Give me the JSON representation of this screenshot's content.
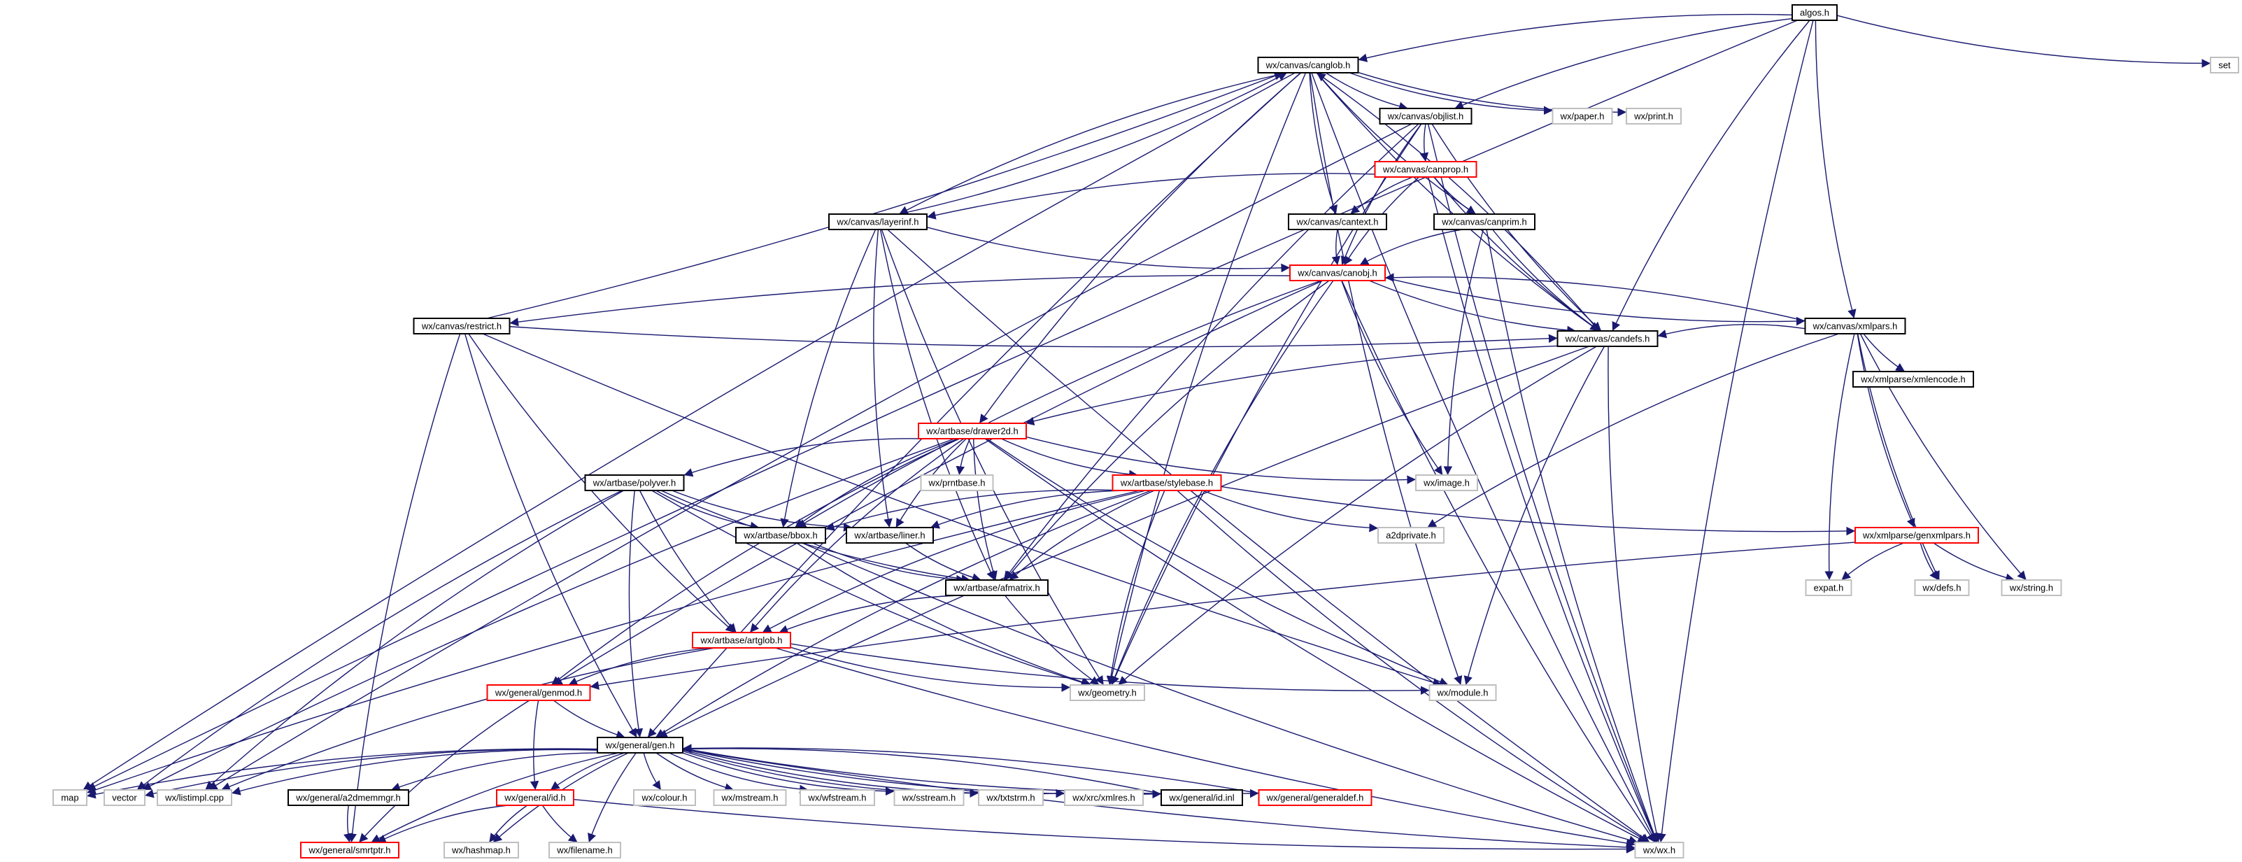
{
  "colors": {
    "edge": "#191970",
    "border_default": "#000000",
    "border_truncated": "#ff0000",
    "border_leaf": "#bfbfbf",
    "root_fill": "#bfbfbf"
  },
  "nodes": [
    {
      "id": "algos",
      "label": "algos.h",
      "kind": "root"
    },
    {
      "id": "set",
      "label": "set",
      "kind": "leaf"
    },
    {
      "id": "canglob",
      "label": "wx/canvas/canglob.h",
      "kind": "default"
    },
    {
      "id": "objlist",
      "label": "wx/canvas/objlist.h",
      "kind": "default"
    },
    {
      "id": "paper",
      "label": "wx/paper.h",
      "kind": "leaf"
    },
    {
      "id": "print",
      "label": "wx/print.h",
      "kind": "leaf"
    },
    {
      "id": "canprop",
      "label": "wx/canvas/canprop.h",
      "kind": "truncated"
    },
    {
      "id": "layerinf",
      "label": "wx/canvas/layerinf.h",
      "kind": "default"
    },
    {
      "id": "cantext",
      "label": "wx/canvas/cantext.h",
      "kind": "default"
    },
    {
      "id": "canprim",
      "label": "wx/canvas/canprim.h",
      "kind": "default"
    },
    {
      "id": "canobj",
      "label": "wx/canvas/canobj.h",
      "kind": "truncated"
    },
    {
      "id": "restrict",
      "label": "wx/canvas/restrict.h",
      "kind": "default"
    },
    {
      "id": "xmlpars",
      "label": "wx/canvas/xmlpars.h",
      "kind": "default"
    },
    {
      "id": "candefs",
      "label": "wx/canvas/candefs.h",
      "kind": "default"
    },
    {
      "id": "xmlencode",
      "label": "wx/xmlparse/xmlencode.h",
      "kind": "default"
    },
    {
      "id": "drawer2d",
      "label": "wx/artbase/drawer2d.h",
      "kind": "truncated"
    },
    {
      "id": "polyver",
      "label": "wx/artbase/polyver.h",
      "kind": "default"
    },
    {
      "id": "prntbase",
      "label": "wx/prntbase.h",
      "kind": "leaf"
    },
    {
      "id": "stylebase",
      "label": "wx/artbase/stylebase.h",
      "kind": "truncated"
    },
    {
      "id": "image",
      "label": "wx/image.h",
      "kind": "leaf"
    },
    {
      "id": "bbox",
      "label": "wx/artbase/bbox.h",
      "kind": "default"
    },
    {
      "id": "liner",
      "label": "wx/artbase/liner.h",
      "kind": "default"
    },
    {
      "id": "a2dprivate",
      "label": "a2dprivate.h",
      "kind": "leaf"
    },
    {
      "id": "genxmlpars",
      "label": "wx/xmlparse/genxmlpars.h",
      "kind": "truncated"
    },
    {
      "id": "expat",
      "label": "expat.h",
      "kind": "leaf"
    },
    {
      "id": "defs",
      "label": "wx/defs.h",
      "kind": "leaf"
    },
    {
      "id": "string",
      "label": "wx/string.h",
      "kind": "leaf"
    },
    {
      "id": "afmatrix",
      "label": "wx/artbase/afmatrix.h",
      "kind": "default"
    },
    {
      "id": "artglob",
      "label": "wx/artbase/artglob.h",
      "kind": "truncated"
    },
    {
      "id": "genmod",
      "label": "wx/general/genmod.h",
      "kind": "truncated"
    },
    {
      "id": "geometry",
      "label": "wx/geometry.h",
      "kind": "leaf"
    },
    {
      "id": "module",
      "label": "wx/module.h",
      "kind": "leaf"
    },
    {
      "id": "gen",
      "label": "wx/general/gen.h",
      "kind": "default"
    },
    {
      "id": "map",
      "label": "map",
      "kind": "leaf"
    },
    {
      "id": "vector",
      "label": "vector",
      "kind": "leaf"
    },
    {
      "id": "listimpl",
      "label": "wx/listimpl.cpp",
      "kind": "leaf"
    },
    {
      "id": "a2dmemmgr",
      "label": "wx/general/a2dmemmgr.h",
      "kind": "default"
    },
    {
      "id": "id",
      "label": "wx/general/id.h",
      "kind": "truncated"
    },
    {
      "id": "colour",
      "label": "wx/colour.h",
      "kind": "leaf"
    },
    {
      "id": "mstream",
      "label": "wx/mstream.h",
      "kind": "leaf"
    },
    {
      "id": "wfstream",
      "label": "wx/wfstream.h",
      "kind": "leaf"
    },
    {
      "id": "sstream",
      "label": "wx/sstream.h",
      "kind": "leaf"
    },
    {
      "id": "txtstrm",
      "label": "wx/txtstrm.h",
      "kind": "leaf"
    },
    {
      "id": "xmlres",
      "label": "wx/xrc/xmlres.h",
      "kind": "leaf"
    },
    {
      "id": "idinl",
      "label": "wx/general/id.inl",
      "kind": "default"
    },
    {
      "id": "generaldef",
      "label": "wx/general/generaldef.h",
      "kind": "truncated"
    },
    {
      "id": "smrtptr",
      "label": "wx/general/smrtptr.h",
      "kind": "truncated"
    },
    {
      "id": "hashmap",
      "label": "wx/hashmap.h",
      "kind": "leaf"
    },
    {
      "id": "filename",
      "label": "wx/filename.h",
      "kind": "leaf"
    },
    {
      "id": "wx",
      "label": "wx/wx.h",
      "kind": "leaf"
    }
  ],
  "edges": [
    [
      "algos",
      "set"
    ],
    [
      "algos",
      "canglob"
    ],
    [
      "algos",
      "objlist"
    ],
    [
      "algos",
      "xmlpars"
    ],
    [
      "algos",
      "candefs"
    ],
    [
      "algos",
      "map"
    ],
    [
      "algos",
      "wx"
    ],
    [
      "canglob",
      "objlist"
    ],
    [
      "canglob",
      "paper"
    ],
    [
      "canglob",
      "print"
    ],
    [
      "canglob",
      "layerinf"
    ],
    [
      "canglob",
      "cantext"
    ],
    [
      "canglob",
      "canprim"
    ],
    [
      "canglob",
      "drawer2d"
    ],
    [
      "canglob",
      "candefs"
    ],
    [
      "canglob",
      "module"
    ],
    [
      "canglob",
      "gen"
    ],
    [
      "canglob",
      "map"
    ],
    [
      "canglob",
      "geometry"
    ],
    [
      "canglob",
      "wx"
    ],
    [
      "objlist",
      "canprop"
    ],
    [
      "objlist",
      "canobj"
    ],
    [
      "objlist",
      "candefs"
    ],
    [
      "objlist",
      "listimpl"
    ],
    [
      "objlist",
      "afmatrix"
    ],
    [
      "objlist",
      "geometry"
    ],
    [
      "objlist",
      "wx"
    ],
    [
      "canprop",
      "layerinf"
    ],
    [
      "canprop",
      "cantext"
    ],
    [
      "canprop",
      "canprim"
    ],
    [
      "canprop",
      "canobj"
    ],
    [
      "canprop",
      "candefs"
    ],
    [
      "canprop",
      "wx"
    ],
    [
      "layerinf",
      "canglob"
    ],
    [
      "layerinf",
      "canobj"
    ],
    [
      "layerinf",
      "bbox"
    ],
    [
      "layerinf",
      "liner"
    ],
    [
      "layerinf",
      "afmatrix"
    ],
    [
      "layerinf",
      "geometry"
    ],
    [
      "layerinf",
      "wx"
    ],
    [
      "cantext",
      "canobj"
    ],
    [
      "canprim",
      "canobj"
    ],
    [
      "canprim",
      "candefs"
    ],
    [
      "canprim",
      "image"
    ],
    [
      "canprim",
      "wx"
    ],
    [
      "canobj",
      "restrict"
    ],
    [
      "canobj",
      "xmlpars"
    ],
    [
      "canobj",
      "candefs"
    ],
    [
      "canobj",
      "bbox"
    ],
    [
      "canobj",
      "afmatrix"
    ],
    [
      "canobj",
      "image"
    ],
    [
      "canobj",
      "genmod"
    ],
    [
      "canobj",
      "geometry"
    ],
    [
      "canobj",
      "wx"
    ],
    [
      "restrict",
      "canglob"
    ],
    [
      "restrict",
      "candefs"
    ],
    [
      "restrict",
      "artglob"
    ],
    [
      "restrict",
      "gen"
    ],
    [
      "restrict",
      "smrtptr"
    ],
    [
      "restrict",
      "module"
    ],
    [
      "xmlpars",
      "canobj"
    ],
    [
      "xmlpars",
      "candefs"
    ],
    [
      "xmlpars",
      "xmlencode"
    ],
    [
      "xmlpars",
      "genxmlpars"
    ],
    [
      "xmlpars",
      "a2dprivate"
    ],
    [
      "xmlpars",
      "expat"
    ],
    [
      "xmlpars",
      "defs"
    ],
    [
      "xmlpars",
      "string"
    ],
    [
      "candefs",
      "canglob"
    ],
    [
      "candefs",
      "drawer2d"
    ],
    [
      "candefs",
      "geometry"
    ],
    [
      "candefs",
      "module"
    ],
    [
      "candefs",
      "gen"
    ],
    [
      "candefs",
      "wx"
    ],
    [
      "drawer2d",
      "polyver"
    ],
    [
      "drawer2d",
      "prntbase"
    ],
    [
      "drawer2d",
      "stylebase"
    ],
    [
      "drawer2d",
      "image"
    ],
    [
      "drawer2d",
      "bbox"
    ],
    [
      "drawer2d",
      "liner"
    ],
    [
      "drawer2d",
      "afmatrix"
    ],
    [
      "drawer2d",
      "artglob"
    ],
    [
      "drawer2d",
      "genmod"
    ],
    [
      "drawer2d",
      "vector"
    ],
    [
      "drawer2d",
      "module"
    ],
    [
      "drawer2d",
      "wx"
    ],
    [
      "polyver",
      "bbox"
    ],
    [
      "polyver",
      "liner"
    ],
    [
      "polyver",
      "afmatrix"
    ],
    [
      "polyver",
      "artglob"
    ],
    [
      "polyver",
      "geometry"
    ],
    [
      "polyver",
      "gen"
    ],
    [
      "polyver",
      "vector"
    ],
    [
      "polyver",
      "listimpl"
    ],
    [
      "stylebase",
      "bbox"
    ],
    [
      "stylebase",
      "liner"
    ],
    [
      "stylebase",
      "afmatrix"
    ],
    [
      "stylebase",
      "artglob"
    ],
    [
      "stylebase",
      "a2dprivate"
    ],
    [
      "stylebase",
      "genxmlpars"
    ],
    [
      "stylebase",
      "geometry"
    ],
    [
      "stylebase",
      "gen"
    ],
    [
      "stylebase",
      "map"
    ],
    [
      "stylebase",
      "wx"
    ],
    [
      "bbox",
      "afmatrix"
    ],
    [
      "bbox",
      "geometry"
    ],
    [
      "bbox",
      "wx"
    ],
    [
      "liner",
      "afmatrix"
    ],
    [
      "genxmlpars",
      "expat"
    ],
    [
      "genxmlpars",
      "defs"
    ],
    [
      "genxmlpars",
      "string"
    ],
    [
      "genxmlpars",
      "genmod"
    ],
    [
      "afmatrix",
      "artglob"
    ],
    [
      "afmatrix",
      "geometry"
    ],
    [
      "artglob",
      "genmod"
    ],
    [
      "artglob",
      "geometry"
    ],
    [
      "artglob",
      "module"
    ],
    [
      "artglob",
      "listimpl"
    ],
    [
      "artglob",
      "wx"
    ],
    [
      "genmod",
      "gen"
    ],
    [
      "genmod",
      "id"
    ],
    [
      "genmod",
      "smrtptr"
    ],
    [
      "gen",
      "map"
    ],
    [
      "gen",
      "vector"
    ],
    [
      "gen",
      "listimpl"
    ],
    [
      "gen",
      "a2dmemmgr"
    ],
    [
      "gen",
      "id"
    ],
    [
      "gen",
      "colour"
    ],
    [
      "gen",
      "mstream"
    ],
    [
      "gen",
      "wfstream"
    ],
    [
      "gen",
      "sstream"
    ],
    [
      "gen",
      "txtstrm"
    ],
    [
      "gen",
      "xmlres"
    ],
    [
      "gen",
      "idinl"
    ],
    [
      "gen",
      "generaldef"
    ],
    [
      "gen",
      "smrtptr"
    ],
    [
      "gen",
      "hashmap"
    ],
    [
      "gen",
      "filename"
    ],
    [
      "gen",
      "wx"
    ],
    [
      "a2dmemmgr",
      "smrtptr"
    ],
    [
      "id",
      "smrtptr"
    ],
    [
      "id",
      "hashmap"
    ],
    [
      "id",
      "filename"
    ],
    [
      "id",
      "wx"
    ],
    [
      "idinl",
      "gen"
    ],
    [
      "generaldef",
      "gen"
    ]
  ]
}
